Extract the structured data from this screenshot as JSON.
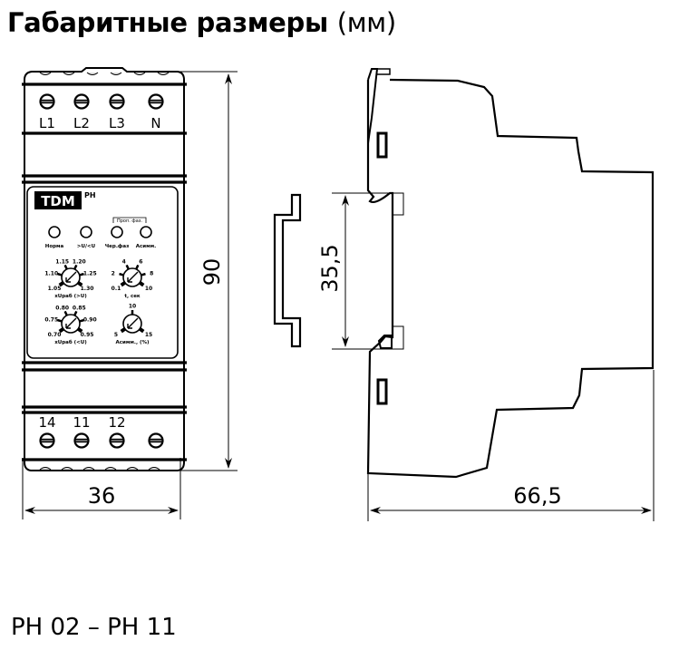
{
  "title": {
    "main": "Габаритные размеры",
    "unit": "(мм)"
  },
  "model_range": "РН 02 – РН 11",
  "front_view": {
    "top_terminals": [
      "L1",
      "L2",
      "L3",
      "N"
    ],
    "bottom_terminals": [
      "14",
      "11",
      "12",
      ""
    ],
    "brand_logo": "TDM",
    "device_code": "РН",
    "indicators": [
      {
        "label": "Норма"
      },
      {
        "label": ">U/<U"
      },
      {
        "label": "Чер.фаз"
      },
      {
        "label": "Асимм."
      }
    ],
    "indicator_group_label": "Проп. фаз.",
    "knobs": [
      {
        "name": "upper-voltage",
        "label": "xUраб (>U)",
        "scale": [
          "1.05",
          "1.10",
          "1.15",
          "1.20",
          "1.25",
          "1.30"
        ]
      },
      {
        "name": "delay",
        "label": "t, сек",
        "scale": [
          "0.1",
          "2",
          "4",
          "6",
          "8",
          "10"
        ]
      },
      {
        "name": "lower-voltage",
        "label": "xUраб (<U)",
        "scale": [
          "0.70",
          "0.75",
          "0.80",
          "0.85",
          "0.90",
          "0.95"
        ]
      },
      {
        "name": "asymmetry",
        "label": "Асимм., (%)",
        "scale": [
          "5",
          "10",
          "15"
        ]
      }
    ]
  },
  "dimensions": {
    "width": "36",
    "height": "90",
    "rail": "35,5",
    "depth": "66,5"
  },
  "colors": {
    "line": "#000000",
    "background": "#ffffff",
    "logo_bg": "#000000",
    "logo_text": "#ffffff"
  }
}
